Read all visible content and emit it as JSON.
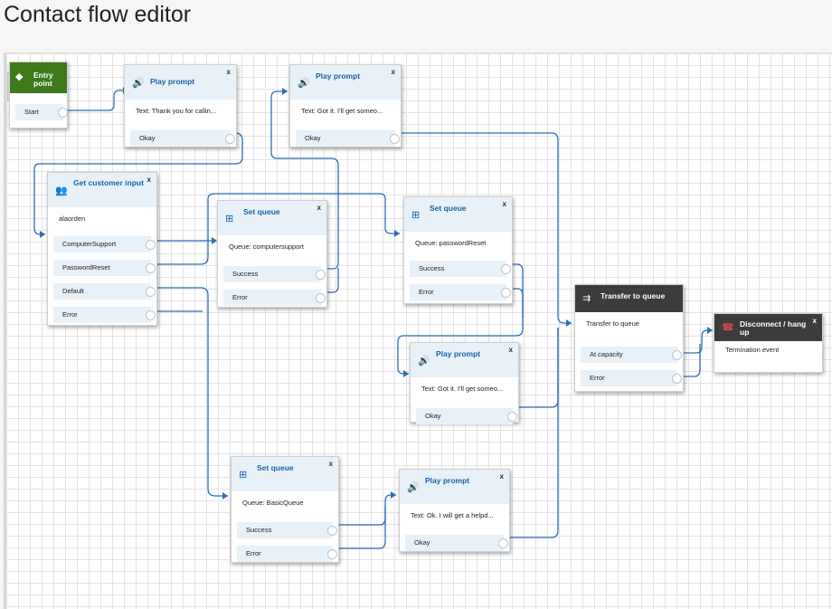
{
  "page_title": "Contact flow editor",
  "colors": {
    "wire": "#2e6cb8",
    "accent": "#1a62a8",
    "entry_header": "#3d7a1c",
    "dark_header": "#3c3c3c"
  },
  "blocks": {
    "entry": {
      "title": "Entry point",
      "branches": [
        "Start"
      ]
    },
    "play1": {
      "title": "Play prompt",
      "desc": "Text: Thank you for callin...",
      "branches": [
        "Okay"
      ]
    },
    "play2": {
      "title": "Play prompt",
      "desc": "Text: Got it. I'll get someo...",
      "branches": [
        "Okay"
      ]
    },
    "getinput": {
      "title": "Get customer input",
      "desc": "alaorden",
      "branches": [
        "ComputerSupport",
        "PasswordReset",
        "Default",
        "Error"
      ]
    },
    "setq1": {
      "title": "Set queue",
      "desc": "Queue: computersupport",
      "branches": [
        "Success",
        "Error"
      ]
    },
    "setq2": {
      "title": "Set queue",
      "desc": "Queue: passwordReset",
      "branches": [
        "Success",
        "Error"
      ]
    },
    "transfer": {
      "title": "Transfer to queue",
      "desc": "Transfer to queue",
      "branches": [
        "At capacity",
        "Error"
      ]
    },
    "disconnect": {
      "title": "Disconnect / hang up",
      "desc": "Termination event",
      "branches": []
    },
    "play3": {
      "title": "Play prompt",
      "desc": "Text: Got it. I'll get someo...",
      "branches": [
        "Okay"
      ]
    },
    "setq3": {
      "title": "Set queue",
      "desc": "Queue: BasicQueue",
      "branches": [
        "Success",
        "Error"
      ]
    },
    "play4": {
      "title": "Play prompt",
      "desc": "Text: Ok. I will get a helpd...",
      "branches": [
        "Okay"
      ]
    }
  },
  "close_label": "x"
}
